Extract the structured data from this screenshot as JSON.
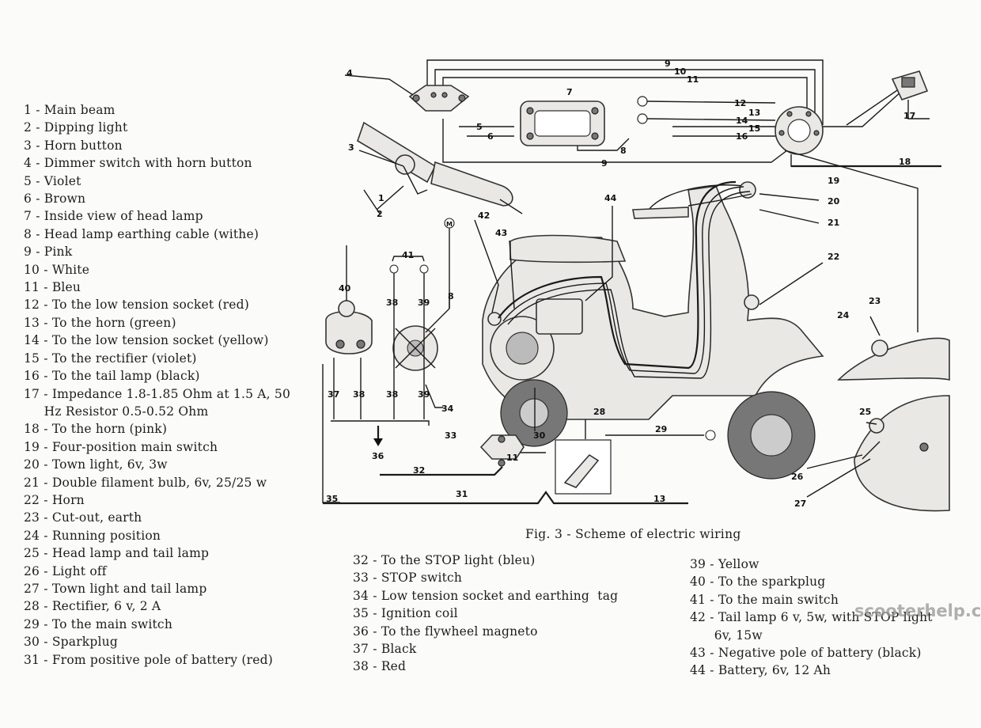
{
  "legend_left": [
    "1 - Main beam",
    "2 - Dipping light",
    "3 - Horn button",
    "4 - Dimmer switch with horn button",
    "5 - Violet",
    "6 - Brown",
    "7 - Inside view of head lamp",
    "8 - Head lamp earthing cable (withe)",
    "9 - Pink",
    "10 - White",
    "11 - Bleu",
    "12 - To the low tension socket (red)",
    "13 - To the horn (green)",
    "14 - To the low tension socket (yellow)",
    "15 - To the rectifier (violet)",
    "16 - To the tail lamp (black)",
    "17 - Impedance 1.8-1.85 Ohm at 1.5 A, 50",
    "     Hz Resistor 0.5-0.52 Ohm",
    "18 - To the horn (pink)",
    "19 - Four-position main switch",
    "20 - Town light, 6v, 3w",
    "21 - Double filament bulb, 6v, 25/25 w",
    "22 - Horn",
    "23 - Cut-out, earth",
    "24 - Running position",
    "25 - Head lamp and tail lamp",
    "26 - Light off",
    "27 - Town light and tail lamp",
    "28 - Rectifier, 6 v, 2 A",
    "29 - To the main switch",
    "30 - Sparkplug",
    "31 - From positive pole of battery (red)"
  ],
  "legend_middle": [
    "32 - To the STOP light (bleu)",
    "33 - STOP switch",
    "34 - Low tension socket and earthing  tag",
    "35 - Ignition coil",
    "36 - To the flywheel magneto",
    "37 - Black",
    "38 - Red"
  ],
  "legend_right": [
    "39 - Yellow",
    "40 - To the sparkplug",
    "41 - To the main switch",
    "42 - Tail lamp 6 v, 5w, with STOP light",
    "      6v, 15w",
    "43 - Negative pole of battery (black)",
    "44 - Battery, 6v, 12 Ah"
  ],
  "caption": "Fig. 3 - Scheme of electric wiring",
  "watermark": "scooterhelp.com",
  "diagram_labels": {
    "n1": "1",
    "n2": "2",
    "n3": "3",
    "n4": "4",
    "n5": "5",
    "n6": "6",
    "n7": "7",
    "n8": "8",
    "n9": "9",
    "n10": "10",
    "n11": "11",
    "n12": "12",
    "n13": "13",
    "n14": "14",
    "n15": "15",
    "n16": "16",
    "n17": "17",
    "n18": "18",
    "n19": "19",
    "n20": "20",
    "n21": "21",
    "n22": "22",
    "n23": "23",
    "n24": "24",
    "n25": "25",
    "n26": "26",
    "n27": "27",
    "n28": "28",
    "n29": "29",
    "n30": "30",
    "n31": "31",
    "n32": "32",
    "n33": "33",
    "n34": "34",
    "n35": "35",
    "n36": "36",
    "n37": "37",
    "n38": "38",
    "n39": "39",
    "n40": "40",
    "n41": "41",
    "n42": "42",
    "n43": "43",
    "n44": "44",
    "m": "M"
  }
}
